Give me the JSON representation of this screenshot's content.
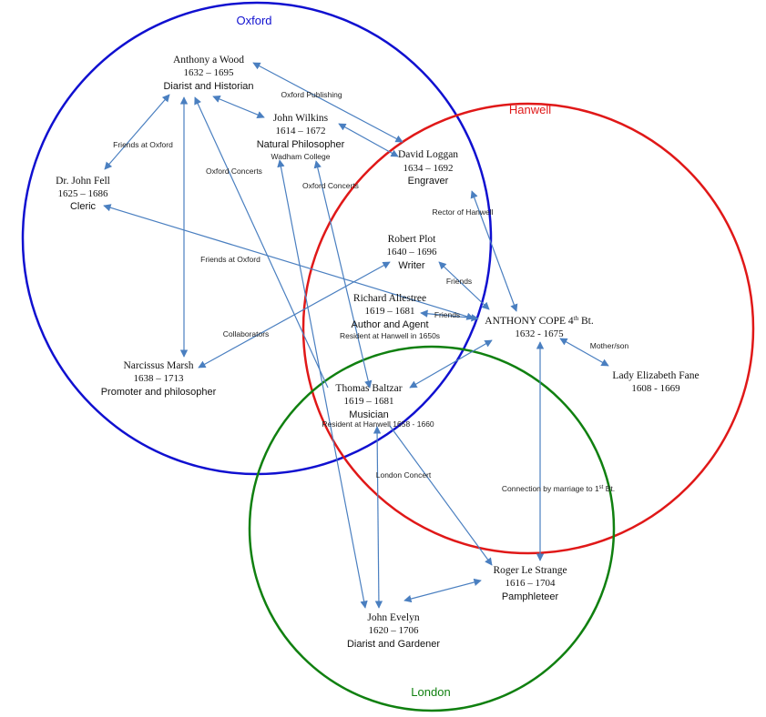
{
  "regions": {
    "oxford": {
      "label": "Oxford",
      "color": "#1010d0"
    },
    "hanwell": {
      "label": "Hanwell",
      "color": "#e01818"
    },
    "london": {
      "label": "London",
      "color": "#108010"
    }
  },
  "edge_color": "#4a7fc0",
  "people": {
    "wood": {
      "name": "Anthony a Wood",
      "dates": "1632 – 1695",
      "role": "Diarist and Historian"
    },
    "wilkins": {
      "name": "John Wilkins",
      "dates": "1614 – 1672",
      "role": "Natural Philosopher",
      "note": "Wadham College"
    },
    "loggan": {
      "name": "David Loggan",
      "dates": "1634 – 1692",
      "role": "Engraver"
    },
    "fell": {
      "name": "Dr. John Fell",
      "dates": "1625 – 1686",
      "role": "Cleric"
    },
    "plot": {
      "name": "Robert Plot",
      "dates": "1640 – 1696",
      "role": "Writer"
    },
    "allestree": {
      "name": "Richard Allestree",
      "dates": "1619 – 1681",
      "role": "Author and Agent",
      "note": "Resident at Hanwell in 1650s"
    },
    "cope": {
      "name": "ANTHONY COPE 4",
      "sup": "th",
      "name_suffix": " Bt.",
      "dates": "1632 - 1675"
    },
    "fane": {
      "name": "Lady Elizabeth Fane",
      "dates": "1608 - 1669"
    },
    "marsh": {
      "name": "Narcissus Marsh",
      "dates": "1638 – 1713",
      "role": "Promoter and philosopher"
    },
    "baltzar": {
      "name": "Thomas Baltzar",
      "dates": "1619 – 1681",
      "role": "Musician",
      "note": "Resident at Hanwell 1658 - 1660"
    },
    "lestrange": {
      "name": "Roger Le Strange",
      "dates": "1616 – 1704",
      "role": "Pamphleteer"
    },
    "evelyn": {
      "name": "John Evelyn",
      "dates": "1620 – 1706",
      "role": "Diarist and Gardener"
    }
  },
  "edge_labels": {
    "oxford_publishing": "Oxford Publishing",
    "friends_oxford_1": "Friends at Oxford",
    "oxford_concerts_1": "Oxford Concerts",
    "oxford_concerts_2": "Oxford Concerts",
    "rector": "Rector of Hanwell",
    "friends_oxford_2": "Friends at Oxford",
    "friends_1": "Friends",
    "friends_2": "Friends",
    "collaborators": "Collaborators",
    "mother_son": "Mother/son",
    "london_concert": "London Concert",
    "marriage": "Connection by marriage to 1",
    "marriage_sup": "st",
    "marriage_suffix": " Bt."
  }
}
